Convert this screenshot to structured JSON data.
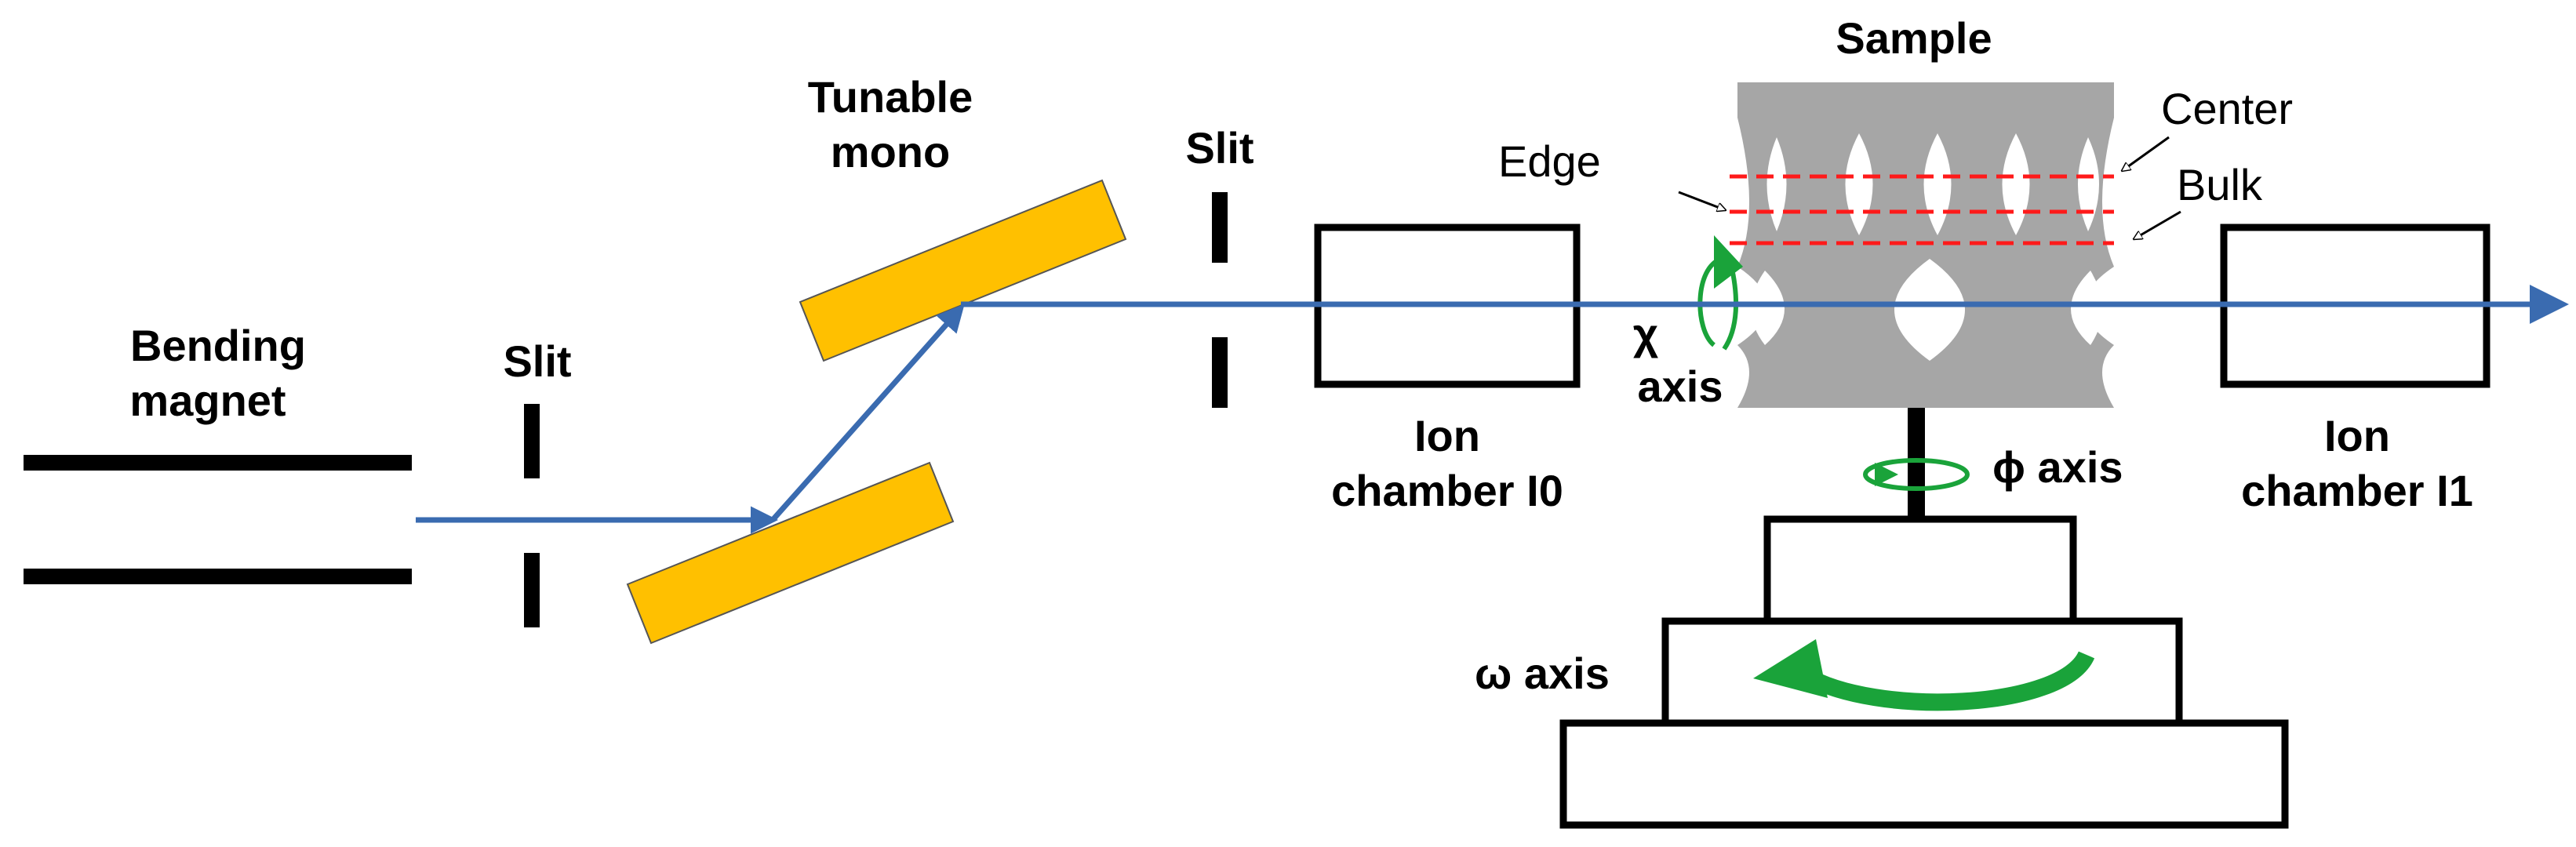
{
  "labels": {
    "bending_magnet": [
      "Bending",
      "magnet"
    ],
    "slit_1": "Slit",
    "tunable_mono": [
      "Tunable",
      "mono"
    ],
    "slit_2": "Slit",
    "ion_chamber_i0": [
      "Ion",
      "chamber I0"
    ],
    "sample": "Sample",
    "edge": "Edge",
    "center": "Center",
    "bulk": "Bulk",
    "chi_axis": [
      "χ",
      "axis"
    ],
    "phi_axis": "ϕ axis",
    "omega_axis": "ω axis",
    "ion_chamber_i1": [
      "Ion",
      "chamber I1"
    ]
  },
  "colors": {
    "beam": "#3a6bb0",
    "crystal": "#ffc000",
    "sample": "#a6a6a6",
    "scan_lines": "#ff1a1a",
    "rotation": "#1aa33a",
    "outline": "#000000"
  }
}
